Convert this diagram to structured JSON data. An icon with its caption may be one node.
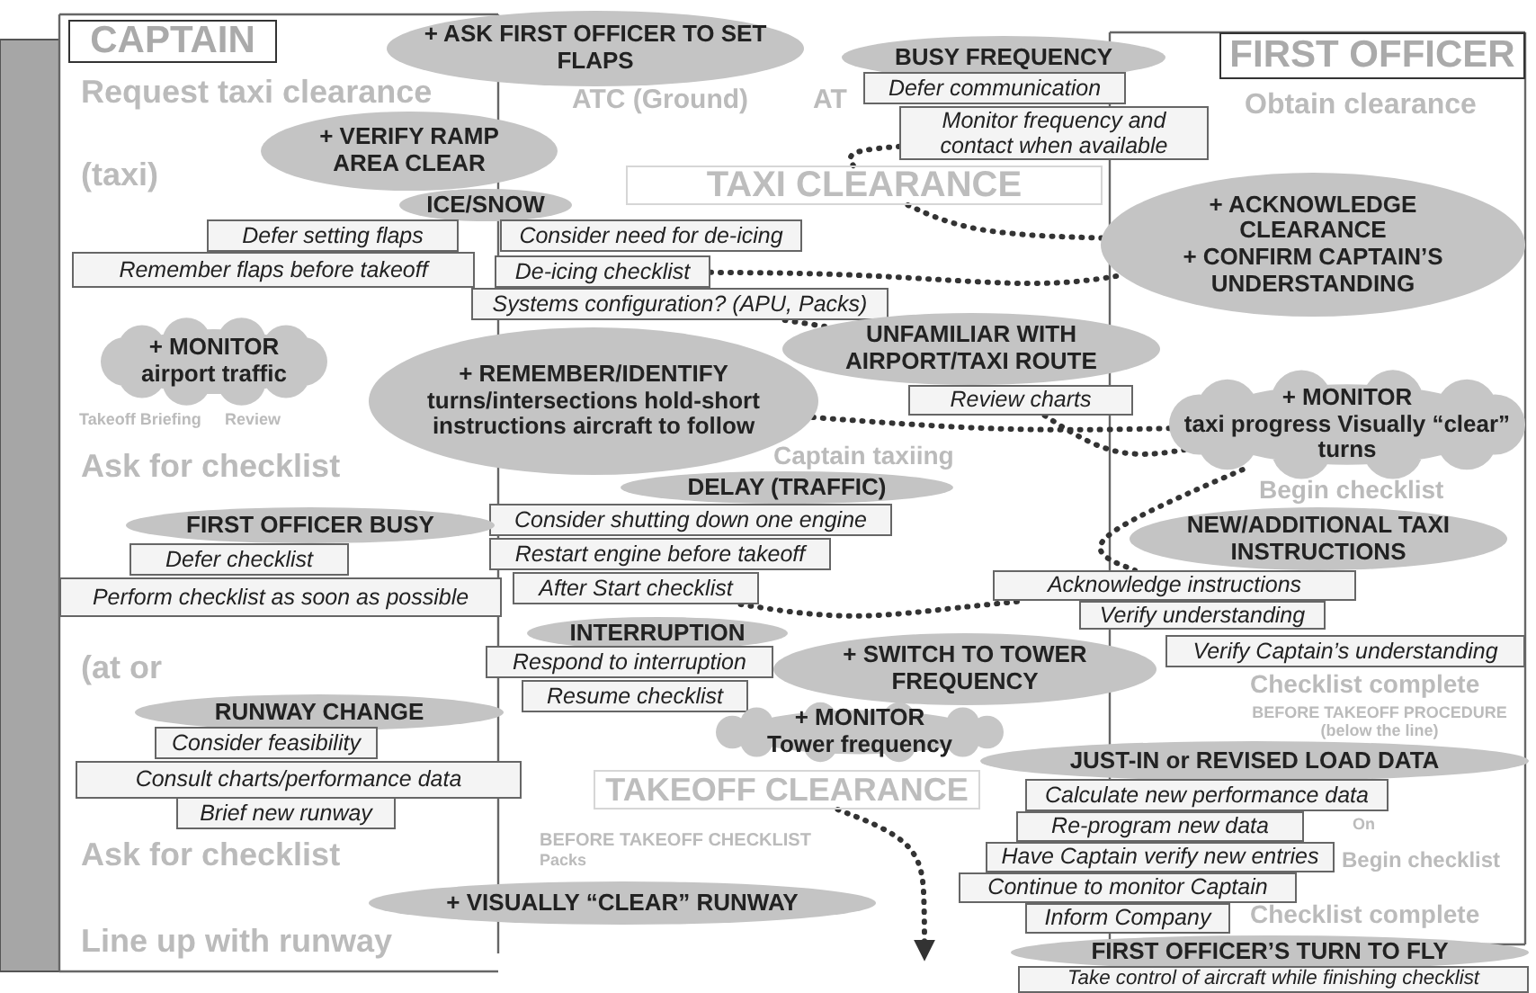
{
  "diagram": {
    "nodes": [
      {
        "text": [
          "CAPTAIN"
        ]
      },
      {
        "text": [
          "+ ASK FIRST OFFICER TO SET FLAPS"
        ]
      },
      {
        "text": [
          "BUSY FREQUENCY"
        ]
      },
      {
        "text": [
          "FIRST OFFICER"
        ]
      },
      {
        "text": [
          "Defer communication"
        ]
      },
      {
        "text": [
          "Monitor frequency and contact when available"
        ]
      },
      {
        "text": [
          "+ VERIFY RAMP AREA CLEAR"
        ]
      },
      {
        "text": [
          "TAXI CLEARANCE"
        ]
      },
      {
        "text": [
          "ICE/SNOW"
        ]
      },
      {
        "text": [
          "Defer setting flaps"
        ]
      },
      {
        "text": [
          "Consider need for de-icing"
        ]
      },
      {
        "text": [
          "Remember flaps before takeoff"
        ]
      },
      {
        "text": [
          "De-icing checklist"
        ]
      },
      {
        "text": [
          "+ ACKNOWLEDGE CLEARANCE",
          "+ CONFIRM CAPTAIN’S UNDERSTANDING"
        ]
      },
      {
        "text": [
          "Systems configuration? (APU, Packs)"
        ]
      },
      {
        "text": [
          "+ MONITOR",
          "airport traffic"
        ]
      },
      {
        "text": [
          "UNFAMILIAR WITH AIRPORT/TAXI ROUTE"
        ]
      },
      {
        "text": [
          "+ REMEMBER/IDENTIFY",
          "turns/intersections hold-short instructions aircraft to follow"
        ]
      },
      {
        "text": [
          "Review charts"
        ]
      },
      {
        "text": [
          "+ MONITOR",
          "taxi progress Visually “clear” turns"
        ]
      },
      {
        "text": [
          "DELAY (TRAFFIC)"
        ]
      },
      {
        "text": [
          "Consider shutting down one engine"
        ]
      },
      {
        "text": [
          "FIRST OFFICER BUSY"
        ]
      },
      {
        "text": [
          "Restart engine before takeoff"
        ]
      },
      {
        "text": [
          "Defer checklist"
        ]
      },
      {
        "text": [
          "After Start checklist"
        ]
      },
      {
        "text": [
          "NEW/ADDITIONAL TAXI INSTRUCTIONS"
        ]
      },
      {
        "text": [
          "Perform checklist as soon as possible"
        ]
      },
      {
        "text": [
          "Acknowledge instructions"
        ]
      },
      {
        "text": [
          "Verify understanding"
        ]
      },
      {
        "text": [
          "INTERRUPTION"
        ]
      },
      {
        "text": [
          "Verify Captain’s understanding"
        ]
      },
      {
        "text": [
          "Respond to interruption"
        ]
      },
      {
        "text": [
          "+ SWITCH TO TOWER FREQUENCY"
        ]
      },
      {
        "text": [
          "Resume checklist"
        ]
      },
      {
        "text": [
          "+ MONITOR",
          "Tower frequency"
        ]
      },
      {
        "text": [
          "RUNWAY CHANGE"
        ]
      },
      {
        "text": [
          "Consider feasibility"
        ]
      },
      {
        "text": [
          "TAKEOFF CLEARANCE"
        ]
      },
      {
        "text": [
          "JUST-IN or REVISED LOAD DATA"
        ]
      },
      {
        "text": [
          "Consult charts/performance data"
        ]
      },
      {
        "text": [
          "Calculate new performance data"
        ]
      },
      {
        "text": [
          "Brief new runway"
        ]
      },
      {
        "text": [
          "Re-program new data"
        ]
      },
      {
        "text": [
          "Have Captain verify new entries"
        ]
      },
      {
        "text": [
          "Continue to monitor Captain"
        ]
      },
      {
        "text": [
          "+ VISUALLY “CLEAR” RUNWAY"
        ]
      },
      {
        "text": [
          "Inform Company"
        ]
      },
      {
        "text": [
          "FIRST OFFICER’S TURN TO FLY"
        ]
      },
      {
        "text": [
          "Take control of aircraft while finishing checklist"
        ]
      }
    ],
    "edges": [
      {
        "from": 5,
        "to": 7,
        "arrow": "none",
        "style": "dashed"
      },
      {
        "from": 7,
        "to": 13,
        "arrow": "none",
        "style": "dashed"
      },
      {
        "from": 12,
        "to": 13,
        "arrow": "none",
        "style": "dashed"
      },
      {
        "from": 14,
        "to": 16,
        "arrow": "none",
        "style": "dashed"
      },
      {
        "from": 17,
        "to": 19,
        "arrow": "none",
        "style": "dashed"
      },
      {
        "from": 18,
        "to": 19,
        "arrow": "none",
        "style": "dashed"
      },
      {
        "from": 19,
        "to": 28,
        "arrow": "none",
        "style": "dashed"
      },
      {
        "from": 25,
        "to": 28,
        "arrow": "none",
        "style": "dashed"
      },
      {
        "from": 38,
        "to": null,
        "arrow": "to",
        "style": "dashed"
      }
    ],
    "labels": [
      "Request taxi clearance",
      "ATC (Ground)",
      "AT",
      "Obtain clearance",
      "(taxi)",
      "Takeoff Briefing",
      "Review",
      "Ask for checklist",
      "Captain taxiing",
      "Begin checklist",
      "(at or",
      "Checklist complete",
      "BEFORE TAKEOFF PROCEDURE (below the line)",
      "On",
      "BEFORE TAKEOFF CHECKLIST",
      "Packs",
      "Ask for checklist",
      "Begin checklist",
      "Checklist complete",
      "Line up with runway"
    ]
  }
}
